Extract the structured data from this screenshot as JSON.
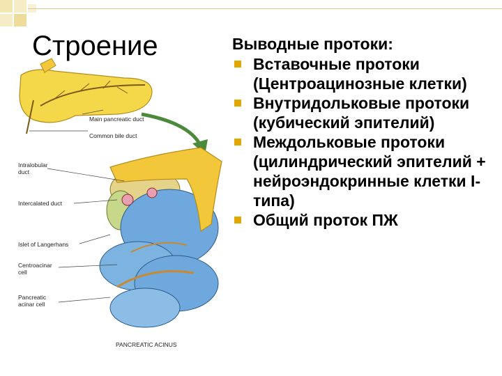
{
  "slide": {
    "title": "Строение",
    "heading": "Выводные протоки:",
    "items": [
      {
        "text": "Вставочные протоки (Центроацинозные клетки)"
      },
      {
        "text": "Внутридольковые протоки (кубический эпителий)"
      },
      {
        "text": "Междольковые протоки (цилиндрический эпителий + нейроэндокринные клетки I-типа)"
      },
      {
        "text": "Общий проток ПЖ"
      }
    ],
    "accent_color": "#e0a800"
  },
  "figure": {
    "labels": {
      "main_duct": "Main pancreatic duct",
      "bile_duct": "Common bile duct",
      "intralobular_l1": "Intralobular",
      "intralobular_l2": "duct",
      "intercalated": "Intercalated duct",
      "islet": "Islet of Langerhans",
      "centro_l1": "Centroacinar",
      "centro_l2": "cell",
      "acinar_l1": "Pancreatic",
      "acinar_l2": "acinar cell",
      "caption": "PANCREATIC ACINUS"
    }
  }
}
